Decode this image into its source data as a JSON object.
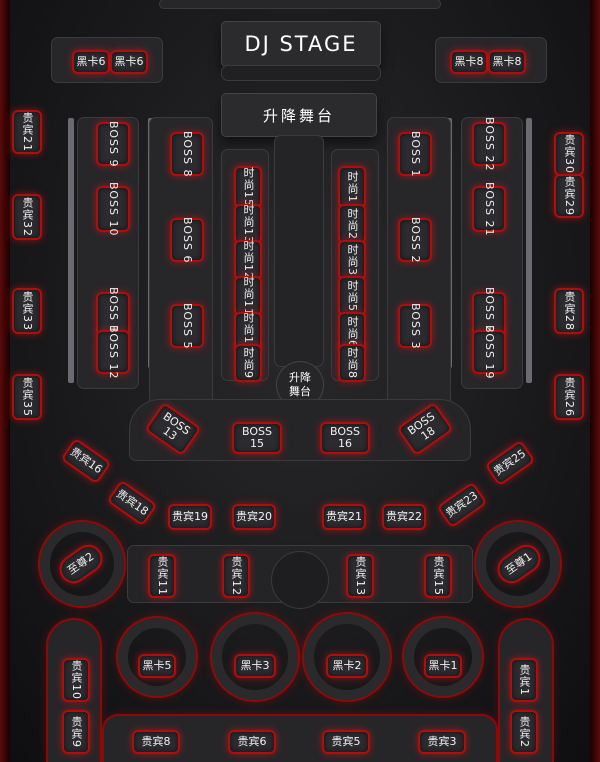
{
  "stage": {
    "dj_stage": "DJ STAGE",
    "lift_stage": "升降舞台",
    "lift_stage_small_1": "升降",
    "lift_stage_small_2": "舞台"
  },
  "booths": {
    "hk6a": "黑卡6",
    "hk6b": "黑卡6",
    "hk8a": "黑卡8",
    "hk8b": "黑卡8",
    "gb21l": "贵宾21",
    "gb32": "贵宾32",
    "gb33": "贵宾33",
    "gb35": "贵宾35",
    "gb30": "贵宾30",
    "gb29": "贵宾29",
    "gb28": "贵宾28",
    "gb26": "贵宾26",
    "boss9": "BOSS 9",
    "boss10": "BOSS 10",
    "boss11": "BOSS 11",
    "boss12": "BOSS 12",
    "boss8": "BOSS 8",
    "boss6": "BOSS 6",
    "boss5": "BOSS 5",
    "boss1": "BOSS 1",
    "boss2": "BOSS 2",
    "boss3": "BOSS 3",
    "boss22": "BOSS 22",
    "boss21": "BOSS 21",
    "boss20": "BOSS 20",
    "boss19": "BOSS 19",
    "boss13": "BOSS 13",
    "boss15": "BOSS 15",
    "boss16": "BOSS 16",
    "boss18": "BOSS 18",
    "ss15": "时尚15",
    "ss13": "时尚13",
    "ss12": "时尚12",
    "ss11": "时尚11",
    "ss10": "时尚10",
    "ss9": "时尚9",
    "ss1": "时尚1",
    "ss2": "时尚2",
    "ss3": "时尚3",
    "ss5": "时尚5",
    "ss6": "时尚6",
    "ss8": "时尚8",
    "gb16": "贵宾16",
    "gb18": "贵宾18",
    "gb19": "贵宾19",
    "gb20": "贵宾20",
    "gb21": "贵宾21",
    "gb22": "贵宾22",
    "gb23": "贵宾23",
    "gb25": "贵宾25",
    "zz2": "至尊2",
    "zz1": "至尊1",
    "gb11": "贵宾11",
    "gb12": "贵宾12",
    "gb13": "贵宾13",
    "gb15": "贵宾15",
    "hk5": "黑卡5",
    "hk3": "黑卡3",
    "hk2": "黑卡2",
    "hk1": "黑卡1",
    "gb10": "贵宾10",
    "gb9": "贵宾9",
    "gb1": "贵宾1",
    "gb2": "贵宾2",
    "gb8": "贵宾8",
    "gb6": "贵宾6",
    "gb5": "贵宾5",
    "gb3": "贵宾3"
  },
  "colors": {
    "glow": "#b10d0d",
    "booth": "#2c2c30",
    "floor": "#1c1c1e"
  }
}
